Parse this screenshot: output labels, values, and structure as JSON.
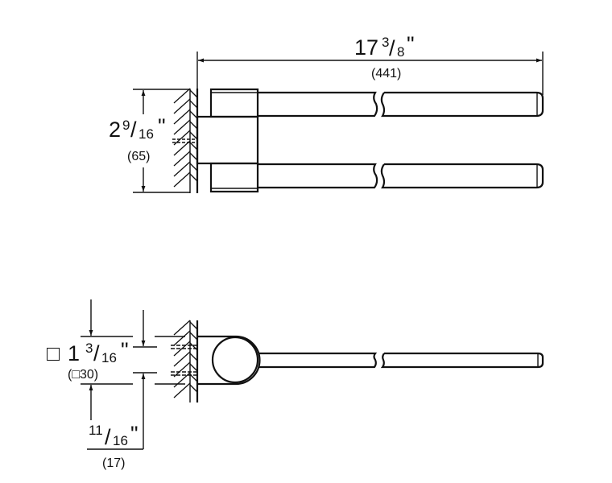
{
  "top_view": {
    "length": {
      "whole": "17",
      "num": "3",
      "den": "8",
      "unit": "\"",
      "mm": "(441)"
    },
    "spacing": {
      "whole": "2",
      "num": "9",
      "den": "16",
      "unit": "\"",
      "mm": "(65)"
    }
  },
  "side_view": {
    "square": {
      "symbol": "□",
      "whole": "1",
      "num": "3",
      "den": "16",
      "unit": "\"",
      "mm": "(□30)"
    },
    "offset": {
      "num": "11",
      "den": "16",
      "unit": "\"",
      "mm": "(17)"
    }
  }
}
